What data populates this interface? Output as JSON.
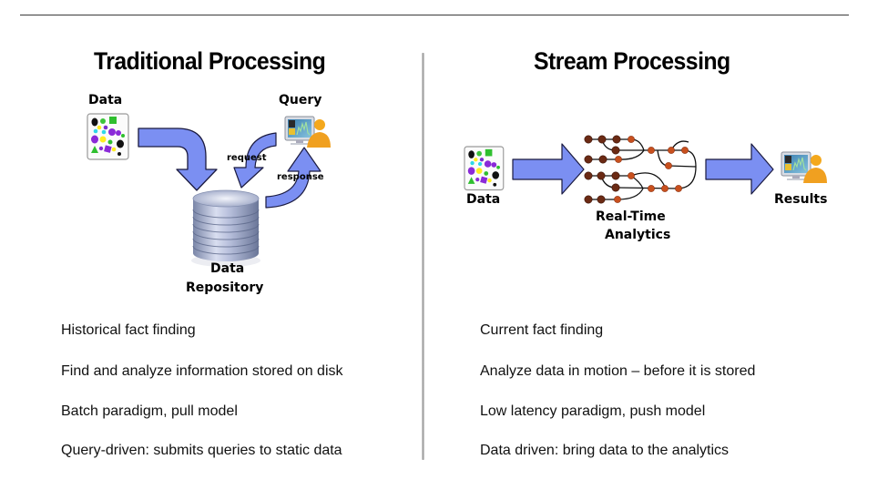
{
  "left": {
    "title": "Traditional Processing",
    "labels": {
      "data": "Data",
      "query": "Query",
      "request": "request",
      "response": "response",
      "repository_line1": "Data",
      "repository_line2": "Repository"
    },
    "bullets": [
      "Historical fact finding",
      "Find and analyze information stored on disk",
      "Batch paradigm, pull model",
      "Query-driven: submits queries to static data"
    ]
  },
  "right": {
    "title": "Stream Processing",
    "labels": {
      "data": "Data",
      "analytics_line1": "Real-Time",
      "analytics_line2": "Analytics",
      "results": "Results"
    },
    "bullets": [
      "Current fact finding",
      "Analyze data in motion – before it is stored",
      "Low latency paradigm, push model",
      "Data driven: bring data to the analytics"
    ]
  },
  "colors": {
    "arrow_fill": "#7b8ff2",
    "arrow_stroke": "#1a1a40",
    "node_dark": "#6b2a14",
    "node_orange": "#c8501e",
    "person": "#f0a020"
  }
}
